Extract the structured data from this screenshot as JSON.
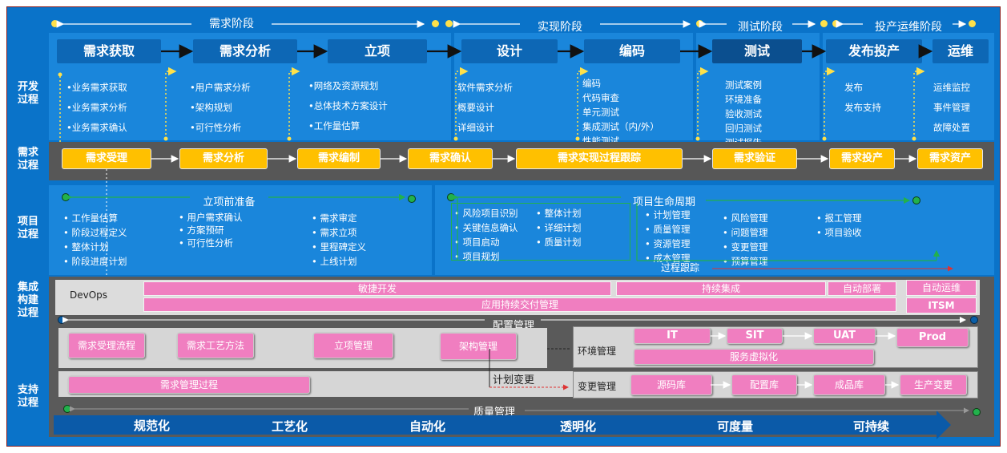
{
  "rows": {
    "dev": "开发\n过程",
    "req": "需求\n过程",
    "proj": "项目\n过程",
    "integ": "集成\n构建\n过程",
    "support": "支持\n过程"
  },
  "phases": {
    "requirement": "需求阶段",
    "implementation": "实现阶段",
    "testing": "测试阶段",
    "ops": "投产运维阶段"
  },
  "stages": [
    "需求获取",
    "需求分析",
    "立项",
    "设计",
    "编码",
    "测试",
    "发布投产",
    "运维"
  ],
  "dev_items": {
    "col1": [
      "•业务需求获取",
      "•业务需求分析",
      "•业务需求确认"
    ],
    "col2": [
      "•用户需求分析",
      "•架构规划",
      "•可行性分析"
    ],
    "col3": [
      "•网络及资源规划",
      "•总体技术方案设计",
      "•工作量估算"
    ],
    "col4": [
      "软件需求分析",
      "概要设计",
      "详细设计"
    ],
    "col5": [
      "编码",
      "代码审查",
      "单元测试",
      "集成测试（内/外）",
      "性能测试"
    ],
    "col6": [
      "测试案例",
      "环境准备",
      "验收测试",
      "回归测试",
      "测试报告"
    ],
    "col7": [
      "发布",
      "发布支持"
    ],
    "col8": [
      "运维监控",
      "事件管理",
      "故障处置"
    ]
  },
  "req_flow": [
    "需求受理",
    "需求分析",
    "需求编制",
    "需求确认",
    "需求实现过程跟踪",
    "需求验证",
    "需求投产",
    "需求资产"
  ],
  "project": {
    "pre_title": "立项前准备",
    "pre_col1": [
      "• 工作量估算",
      "• 阶段过程定义",
      "• 整体计划",
      "• 阶段进度计划"
    ],
    "pre_col2": [
      "• 用户需求确认",
      "• 方案预研",
      "• 可行性分析"
    ],
    "pre_col3": [
      "• 需求审定",
      "• 需求立项",
      "• 里程碑定义",
      "• 上线计划"
    ],
    "life_title": "项目生命周期",
    "life_col1": [
      "• 风险项目识别",
      "• 关键信息确认",
      "• 项目启动",
      "• 项目规划"
    ],
    "life_col2": [
      "• 整体计划",
      "• 详细计划",
      "• 质量计划"
    ],
    "life_col3": [
      "• 计划管理",
      "• 质量管理",
      "• 资源管理",
      "• 成本管理"
    ],
    "life_col4": [
      "• 风险管理",
      "• 问题管理",
      "• 变更管理",
      "• 预算管理"
    ],
    "life_col5": [
      "• 报工管理",
      "• 项目验收"
    ],
    "tracking": "过程跟踪"
  },
  "integration": {
    "devops": "DevOps",
    "agile": "敏捷开发",
    "ci": "持续集成",
    "auto_deploy": "自动部署",
    "auto_ops": "自动运维",
    "cd": "应用持续交付管理",
    "itsm": "ITSM"
  },
  "support": {
    "config_mgmt": "配置管理",
    "config_items": [
      "需求受理流程",
      "需求工艺方法",
      "立项管理",
      "架构管理"
    ],
    "env_label": "环境管理",
    "envs": [
      "IT",
      "SIT",
      "UAT",
      "Prod"
    ],
    "virt": "服务虚拟化",
    "req_mgmt_process": "需求管理过程",
    "plan_change": "计划变更",
    "change_label": "变更管理",
    "change_items": [
      "源码库",
      "配置库",
      "成品库",
      "生产变更"
    ],
    "quality": "质量管理"
  },
  "goals": [
    "规范化",
    "工艺化",
    "自动化",
    "透明化",
    "可度量",
    "可持续"
  ]
}
